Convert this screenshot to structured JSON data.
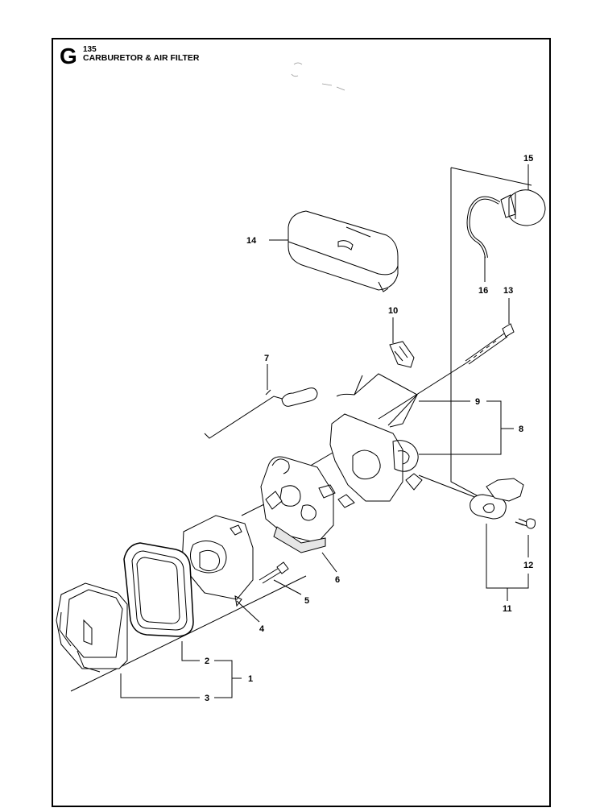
{
  "header": {
    "section_letter": "G",
    "page_number": "135",
    "title": "CARBURETOR & AIR FILTER"
  },
  "callouts": {
    "c1": "1",
    "c2": "2",
    "c3": "3",
    "c4": "4",
    "c5": "5",
    "c6": "6",
    "c7": "7",
    "c8": "8",
    "c9": "9",
    "c10": "10",
    "c11": "11",
    "c12": "12",
    "c13": "13",
    "c14": "14",
    "c15": "15",
    "c16": "16"
  },
  "colors": {
    "line": "#000000",
    "part_fill": "#ffffff",
    "shade": "#e6e6e6"
  }
}
